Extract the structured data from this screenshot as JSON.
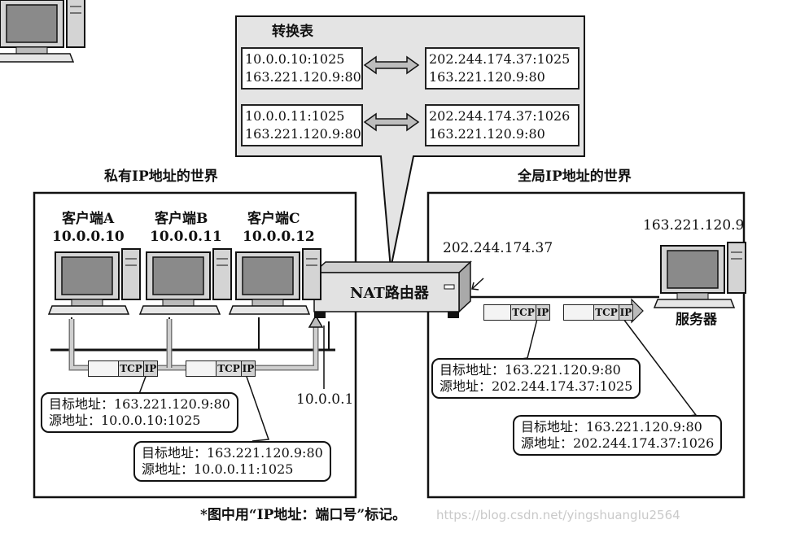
{
  "nat_table": {
    "title": "转换表",
    "rows": [
      {
        "private": [
          "10.0.0.10:1025",
          "163.221.120.9:80"
        ],
        "global": [
          "202.244.174.37:1025",
          "163.221.120.9:80"
        ]
      },
      {
        "private": [
          "10.0.0.11:1025",
          "163.221.120.9:80"
        ],
        "global": [
          "202.244.174.37:1026",
          "163.221.120.9:80"
        ]
      }
    ]
  },
  "private_world": {
    "title": "私有IP地址的世界",
    "clients": [
      {
        "name": "客户端A",
        "ip": "10.0.0.10"
      },
      {
        "name": "客户端B",
        "ip": "10.0.0.11"
      },
      {
        "name": "客户端C",
        "ip": "10.0.0.12"
      }
    ],
    "router_lan_ip": "10.0.0.1",
    "packet_1": {
      "dst": "目标地址：163.221.120.9:80",
      "src": "源地址：10.0.0.10:1025"
    },
    "packet_2": {
      "dst": "目标地址：163.221.120.9:80",
      "src": "源地址：10.0.0.11:1025"
    }
  },
  "global_world": {
    "title": "全局IP地址的世界",
    "router_wan_ip": "202.244.174.37",
    "server": {
      "ip": "163.221.120.9",
      "label": "服务器"
    },
    "packet_1": {
      "dst": "目标地址：163.221.120.9:80",
      "src": "源地址：202.244.174.37:1025"
    },
    "packet_2": {
      "dst": "目标地址：163.221.120.9:80",
      "src": "源地址：202.244.174.37:1026"
    }
  },
  "router": {
    "label": "NAT路由器"
  },
  "packet_labels": {
    "tcp": "TCP",
    "ip": "IP"
  },
  "footnote": "*图中用“IP地址：端口号”标记。",
  "watermark": "https://blog.csdn.net/yingshuangIu2564"
}
